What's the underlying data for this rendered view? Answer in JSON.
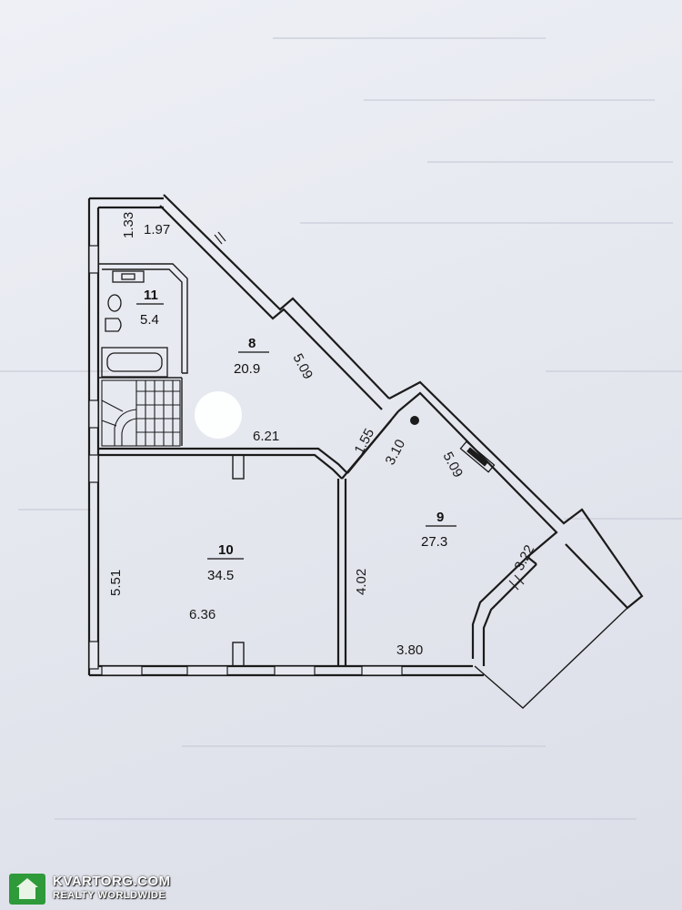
{
  "plan": {
    "rooms": [
      {
        "id": "room-8",
        "number": "8",
        "area": "20.9"
      },
      {
        "id": "room-9",
        "number": "9",
        "area": "27.3"
      },
      {
        "id": "room-10",
        "number": "10",
        "area": "34.5"
      },
      {
        "id": "room-11",
        "number": "11",
        "area": "5.4"
      }
    ],
    "dimensions": {
      "d_1_33": "1.33",
      "d_1_97": "1.97",
      "d_5_09_a": "5.09",
      "d_6_21": "6.21",
      "d_1_55": "1.55",
      "d_3_10": "3.10",
      "d_5_09_b": "5.09",
      "d_3_22": "3.22",
      "d_5_51": "5.51",
      "d_6_36": "6.36",
      "d_4_02": "4.02",
      "d_3_80": "3.80"
    }
  },
  "watermark": {
    "brand": "KVARTORG.COM",
    "tagline": "REALTY WORLDWIDE"
  },
  "colors": {
    "ink": "#1b1b1b",
    "paper": "#e9eaf1",
    "logo_green": "#2e9a3a"
  }
}
